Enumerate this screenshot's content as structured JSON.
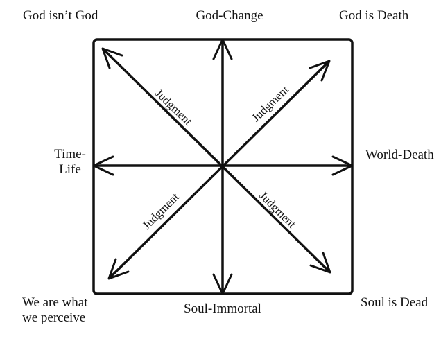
{
  "diagram": {
    "outer_labels": {
      "top_left": "God isn’t God",
      "top_center": "God-Change",
      "top_right": "God is Death",
      "left_line1": "Time-",
      "left_line2": "Life",
      "right": "World-Death",
      "bottom_left_line1": "We are what",
      "bottom_left_line2": "we perceive",
      "bottom_center": "Soul-Immortal",
      "bottom_right": "Soul is Dead"
    },
    "diagonal_labels": {
      "nw": "Judgment",
      "ne": "Judgment",
      "sw": "Judgment",
      "se": "Judgment"
    },
    "colors": {
      "line": "#111111",
      "text": "#141414",
      "background": "#ffffff"
    }
  }
}
